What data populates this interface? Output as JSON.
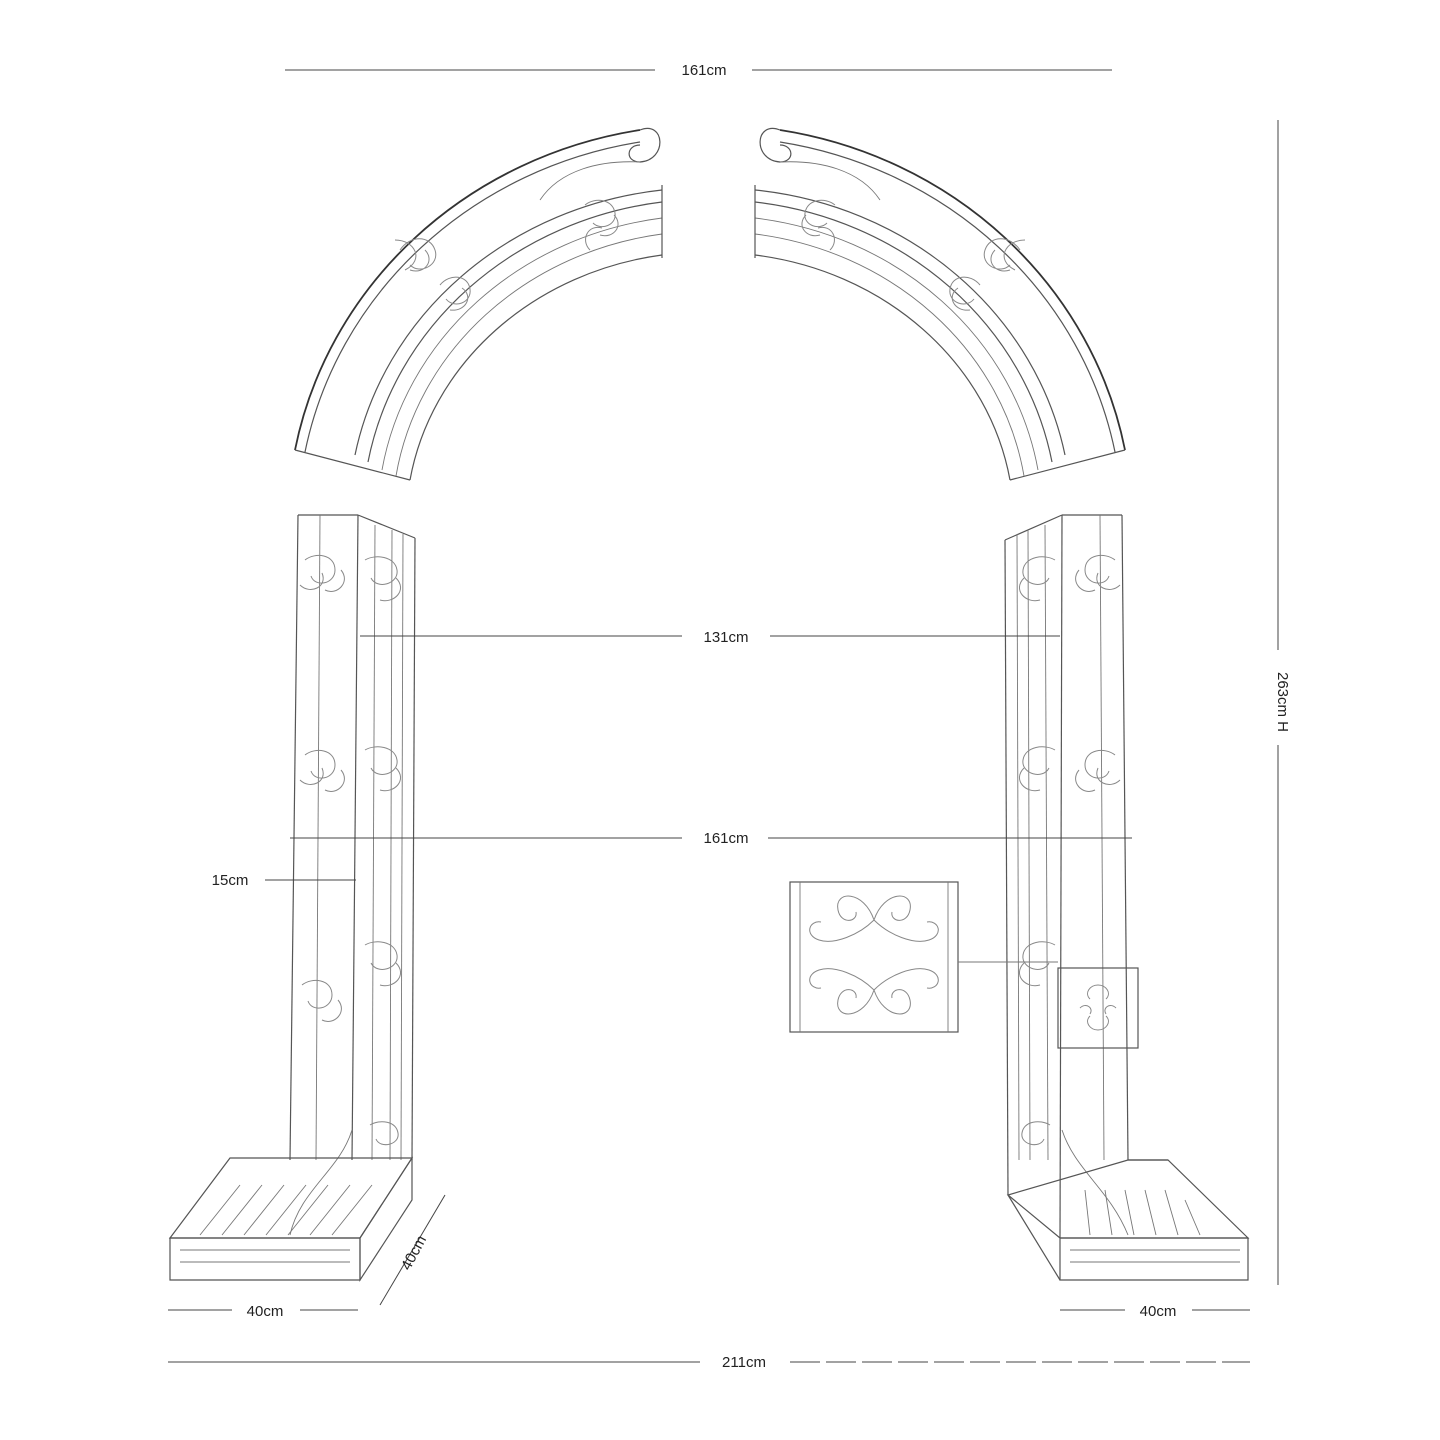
{
  "dimensions": {
    "top_width": "161cm",
    "inner_width": "131cm",
    "mid_width": "161cm",
    "column_depth": "15cm",
    "base_depth": "40cm",
    "base_left_width": "40cm",
    "base_right_width": "40cm",
    "total_width": "211cm",
    "height": "263cm H"
  },
  "colors": {
    "line": "#555555",
    "background": "#ffffff"
  }
}
